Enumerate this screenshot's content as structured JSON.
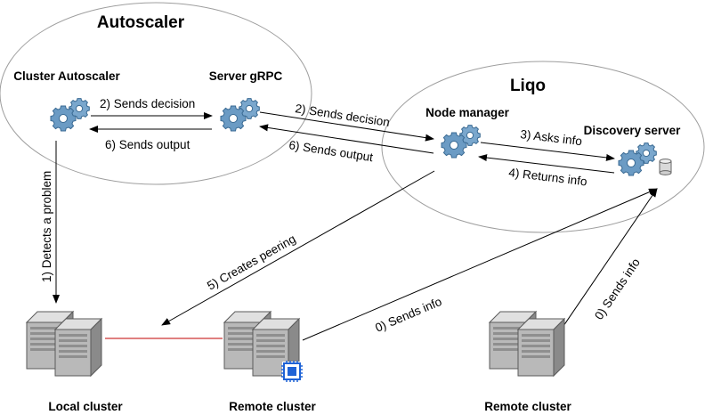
{
  "groups": {
    "autoscaler": {
      "title": "Autoscaler"
    },
    "liqo": {
      "title": "Liqo"
    }
  },
  "nodes": {
    "cluster_autoscaler": {
      "label": "Cluster Autoscaler",
      "icon": "gear-cluster-icon"
    },
    "server_grpc": {
      "label": "Server gRPC",
      "icon": "gear-cluster-icon"
    },
    "node_manager": {
      "label": "Node manager",
      "icon": "gear-cluster-icon"
    },
    "discovery_server": {
      "label": "Discovery server",
      "icon": "gear-database-icon"
    },
    "local_cluster": {
      "label": "Local cluster",
      "icon": "server-icon"
    },
    "remote_cluster_1": {
      "label": "Remote cluster",
      "icon": "server-chip-icon"
    },
    "remote_cluster_2": {
      "label": "Remote cluster",
      "icon": "server-icon"
    }
  },
  "edges": {
    "sends_decision_1": "2) Sends decision",
    "sends_output_1": "6) Sends output",
    "sends_decision_2": "2) Sends decision",
    "sends_output_2": "6) Sends output",
    "asks_info": "3) Asks info",
    "returns_info": "4) Returns info",
    "detects_problem": "1) Detects a problem",
    "creates_peering": "5) Creates peering",
    "sends_info_1": "0) Sends info",
    "sends_info_2": "0) Sends info"
  },
  "colors": {
    "gear": "#5e8fb8",
    "gear_dark": "#3a6a93",
    "server_light": "#c8c8c8",
    "server_dark": "#7d7d7d",
    "peering_link": "#c00000",
    "chip": "#1f63d6"
  }
}
